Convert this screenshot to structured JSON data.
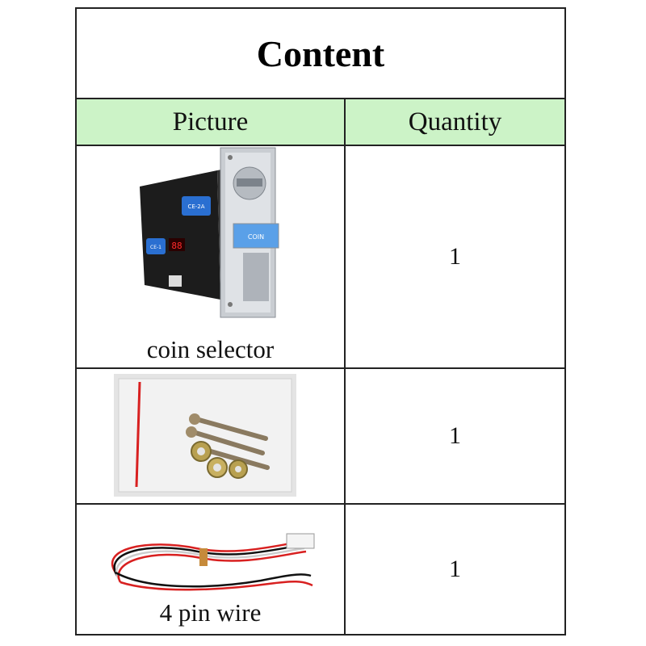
{
  "title": "Content",
  "headers": {
    "picture": "Picture",
    "quantity": "Quantity"
  },
  "rows": [
    {
      "caption": "coin selector",
      "quantity": "1",
      "icon": "coin-selector-photo"
    },
    {
      "caption": "",
      "quantity": "1",
      "icon": "screws-bag-photo"
    },
    {
      "caption": "4 pin wire",
      "quantity": "1",
      "icon": "wire-harness-photo"
    }
  ],
  "photo_labels": {
    "left_plate": "CE-2A",
    "display": "88",
    "small_label": "CE-1",
    "coin_label": "COIN"
  },
  "colors": {
    "header_bg": "#ccf3c7",
    "border": "#222222",
    "bag_stripe": "#d82020"
  }
}
